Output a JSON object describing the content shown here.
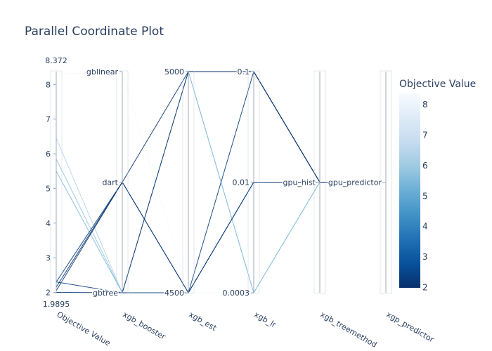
{
  "chart_data": {
    "type": "parallel_coordinates",
    "title": "Parallel Coordinate Plot",
    "dimensions": [
      {
        "label": "Objective Value",
        "kind": "numeric",
        "range": [
          1.9895,
          8.372
        ],
        "ticks": [
          "2",
          "3",
          "4",
          "5",
          "6",
          "7",
          "8"
        ],
        "range_labels": [
          "1.9895",
          "8.372"
        ]
      },
      {
        "label": "xgb_booster",
        "kind": "categorical",
        "categories": [
          "gbtree",
          "dart",
          "gblinear"
        ]
      },
      {
        "label": "xgb_est",
        "kind": "categorical",
        "categories": [
          "4500",
          "5000"
        ]
      },
      {
        "label": "xgb_lr",
        "kind": "categorical",
        "categories": [
          "0.0003",
          "0.01",
          "0.1"
        ]
      },
      {
        "label": "xgb_treemethod",
        "kind": "categorical",
        "categories": [
          "gpu_hist"
        ]
      },
      {
        "label": "xgp_predictor",
        "kind": "categorical",
        "categories": [
          "gpu_predictor"
        ]
      }
    ],
    "trials": [
      {
        "objective": 2.0,
        "values": [
          "gbtree",
          "5000",
          "0.1"
        ]
      },
      {
        "objective": 2.05,
        "values": [
          "dart",
          "5000",
          "0.1"
        ]
      },
      {
        "objective": 2.15,
        "values": [
          "dart",
          "4500",
          "0.01"
        ]
      },
      {
        "objective": 2.3,
        "values": [
          "dart",
          "4500",
          "0.1"
        ]
      },
      {
        "objective": 2.3,
        "values": [
          "gbtree",
          "4500",
          "0.01"
        ]
      },
      {
        "objective": 5.5,
        "values": [
          "gbtree",
          "5000",
          "0.0003"
        ]
      },
      {
        "objective": 5.85,
        "values": [
          "gbtree",
          "4500",
          "0.01"
        ]
      },
      {
        "objective": 6.45,
        "values": [
          "gbtree",
          "5000",
          "0.0003"
        ]
      },
      {
        "objective": 8.3,
        "values": [
          "gblinear",
          "4500",
          "0.0003"
        ]
      }
    ],
    "colorbar": {
      "title": "Objective Value",
      "ticks": [
        "2",
        "3",
        "4",
        "5",
        "6",
        "7",
        "8"
      ],
      "range": [
        1.9895,
        8.372
      ],
      "colors": [
        "#08306b",
        "#08519c",
        "#2171b5",
        "#4292c6",
        "#6baed6",
        "#9ecae1",
        "#c6dbef",
        "#deebf7",
        "#f7fbff"
      ]
    },
    "trial_converged_color": "#08306b"
  }
}
